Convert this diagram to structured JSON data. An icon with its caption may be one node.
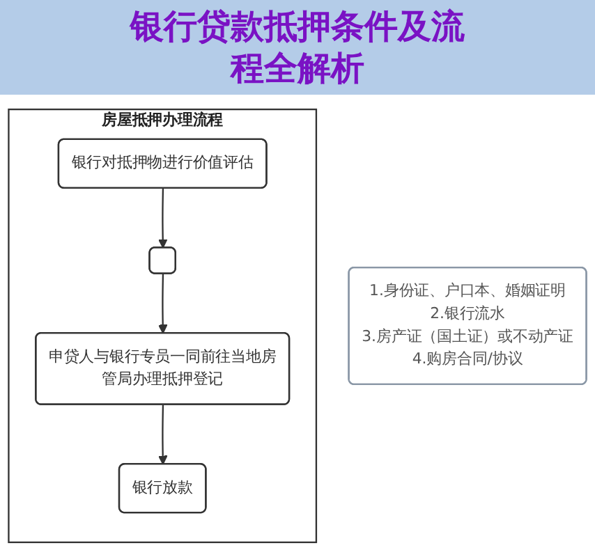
{
  "diagram": {
    "title": "银行贷款抵押条件及流程全解析",
    "nodes": [
      {
        "text": [
          "房屋抵押办理流程"
        ]
      },
      {
        "text": [
          "银行对抵押物进行价值评估"
        ],
        "in": 0
      },
      {
        "text": [],
        "shape": "box",
        "in": 0
      },
      {
        "text": [
          "申贷人与银行专员一同前往当地房管局办理抵押登记"
        ],
        "in": 0
      },
      {
        "text": [
          "银行放款"
        ],
        "in": 0
      },
      {
        "text": [
          "1.身份证、户口本、婚姻证明",
          "2.银行流水",
          "3.房产证（国土证）或不动产证",
          "4.购房合同/协议"
        ]
      }
    ],
    "edges": [
      {
        "from": 1,
        "to": 2,
        "arrow": "to"
      },
      {
        "from": 2,
        "to": 3,
        "arrow": "to"
      },
      {
        "from": 3,
        "to": 4,
        "arrow": "to"
      }
    ]
  }
}
